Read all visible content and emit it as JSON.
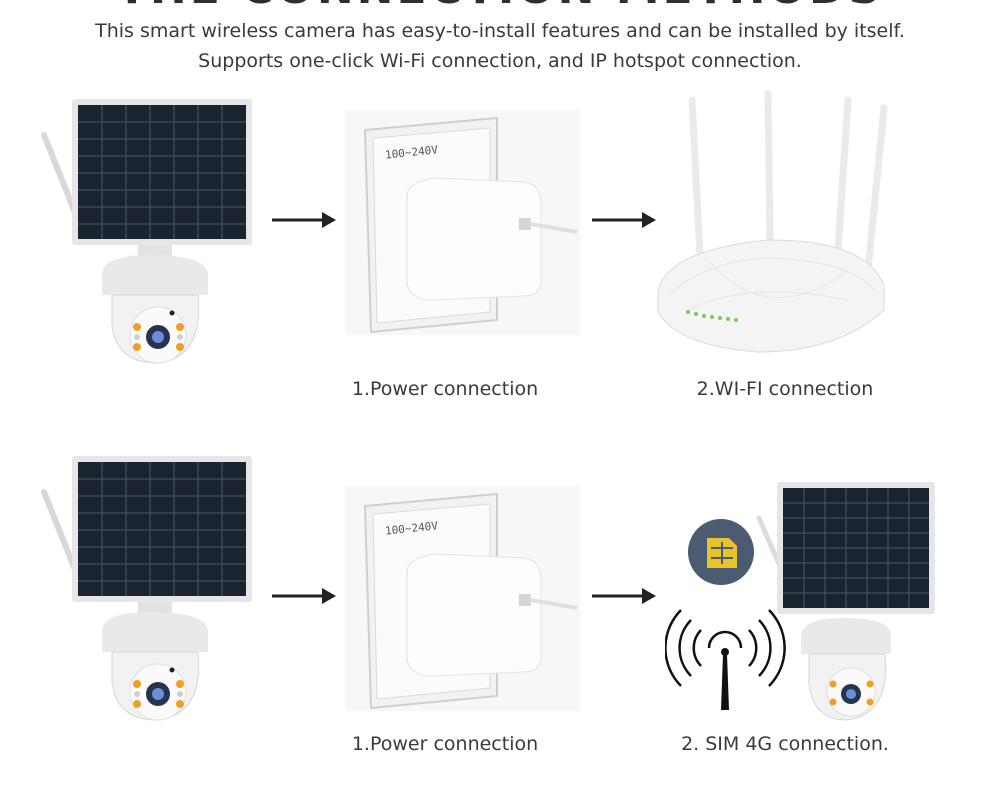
{
  "header": {
    "title_cut": "THE CONNECTION METHODS"
  },
  "intro": {
    "line1": "This smart wireless camera has easy-to-install features and can be installed by itself.",
    "line2": "Supports one-click Wi-Fi connection, and IP hotspot connection."
  },
  "row1": {
    "step1_caption": "1.Power connection",
    "step2_caption": "2.WI-FI connection"
  },
  "row2": {
    "step1_caption": "1.Power connection",
    "step2_caption": "2. SIM 4G connection."
  },
  "adapter": {
    "voltage_label": "100~240V"
  },
  "colors": {
    "text": "#3a3a3a",
    "panel": "#1b2230",
    "led": "#f0a020",
    "sim": "#e8c42a",
    "sim_bg": "#4a5b72"
  }
}
